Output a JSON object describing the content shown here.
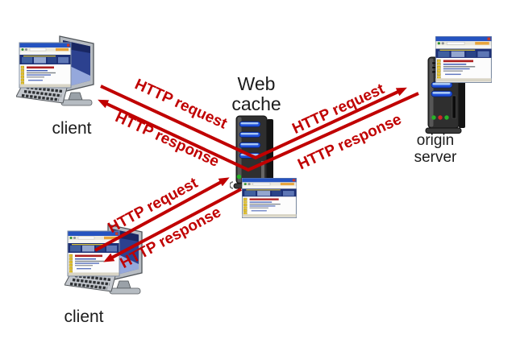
{
  "diagram": {
    "background_color": "#ffffff",
    "arrow_color": "#c00000",
    "node_label_color": "#1c1c1c",
    "nodes": {
      "client_top": {
        "label": "client",
        "icon": "desktop-computer-with-browser-window"
      },
      "client_bottom": {
        "label": "client",
        "icon": "desktop-computer-with-browser-window"
      },
      "web_cache": {
        "label": "Web cache",
        "icon": "server-tower-with-browser-window"
      },
      "origin_server": {
        "label": "origin server",
        "icon": "server-tower-with-browser-window"
      }
    },
    "arrows": {
      "client_top_request": "HTTP request",
      "client_top_response": "HTTP response",
      "origin_request": "HTTP request",
      "origin_response": "HTTP response",
      "client_bottom_request": "HTTP request",
      "client_bottom_response": "HTTP response"
    }
  }
}
